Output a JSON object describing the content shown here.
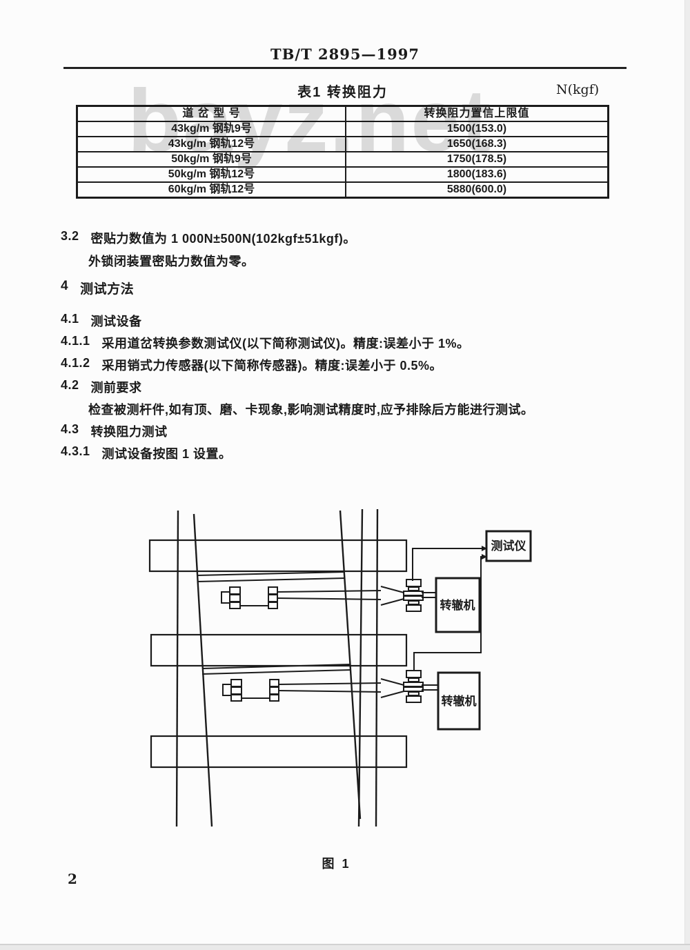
{
  "page": {
    "header": "TB/T 2895—1997",
    "page_number": "2",
    "watermark": "bayz.net"
  },
  "table1": {
    "caption": "表1  转换阻力",
    "unit": "N(kgf)",
    "columns": [
      "道 岔 型 号",
      "转换阻力置信上限值"
    ],
    "rows": [
      [
        "43kg/m 钢轨9号",
        "1500(153.0)"
      ],
      [
        "43kg/m 钢轨12号",
        "1650(168.3)"
      ],
      [
        "50kg/m 钢轨9号",
        "1750(178.5)"
      ],
      [
        "50kg/m 钢轨12号",
        "1800(183.6)"
      ],
      [
        "60kg/m 钢轨12号",
        "5880(600.0)"
      ]
    ]
  },
  "clauses": {
    "c32_num": "3.2",
    "c32_text": "密贴力数值为 1 000N±500N(102kgf±51kgf)。",
    "c32_line2": "外锁闭装置密贴力数值为零。",
    "s4_num": "4",
    "s4_title": "测试方法",
    "c41_num": "4.1",
    "c41_title": "测试设备",
    "c411_num": "4.1.1",
    "c411_text": "采用道岔转换参数测试仪(以下简称测试仪)。精度:误差小于 1%。",
    "c412_num": "4.1.2",
    "c412_text": "采用销式力传感器(以下简称传感器)。精度:误差小于 0.5%。",
    "c42_num": "4.2",
    "c42_title": "测前要求",
    "c42_body": "检查被测杆件,如有顶、磨、卡现象,影响测试精度时,应予排除后方能进行测试。",
    "c43_num": "4.3",
    "c43_title": "转换阻力测试",
    "c431_num": "4.3.1",
    "c431_text": "测试设备按图 1 设置。"
  },
  "figure": {
    "caption": "图 1",
    "labels": {
      "tester": "测试仪",
      "machine1": "转辙机",
      "machine2": "转辙机"
    }
  }
}
